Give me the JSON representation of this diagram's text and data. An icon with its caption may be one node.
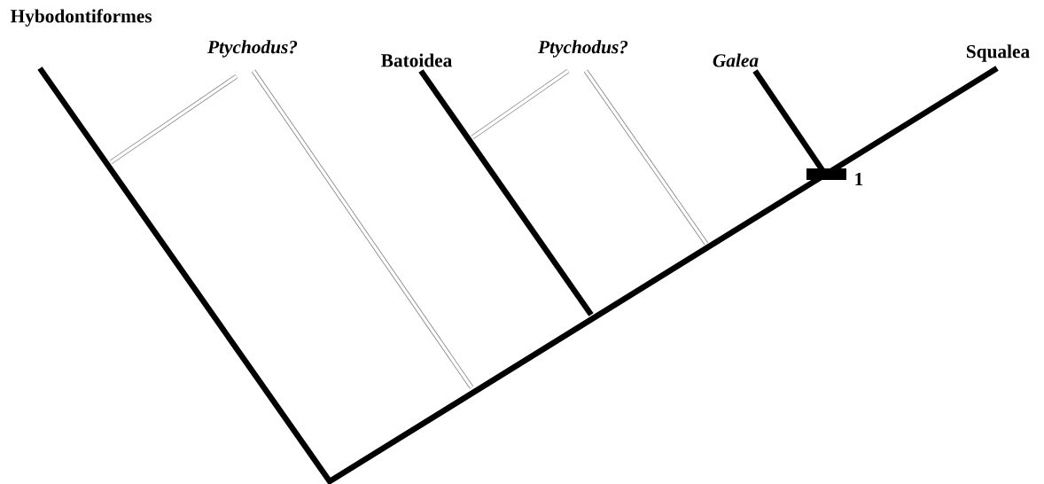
{
  "diagram": {
    "labels": [
      "Hybodontiformes",
      "Ptychodus?",
      "Batoidea",
      "Ptychodus?",
      "Galea",
      "Squalea",
      "1"
    ]
  }
}
